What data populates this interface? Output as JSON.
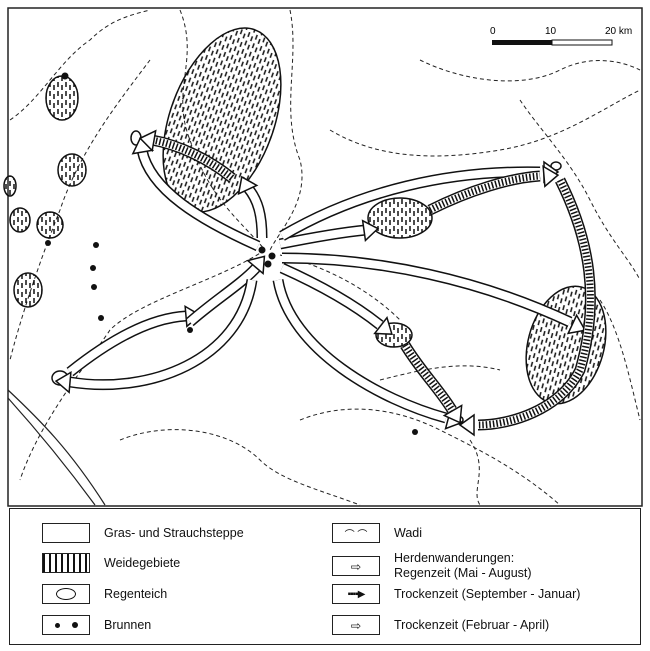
{
  "scale": {
    "ticks": [
      "0",
      "10",
      "20 km"
    ]
  },
  "legend": {
    "steppe": "Gras- und Strauchsteppe",
    "pasture": "Weidegebiete",
    "pond": "Regenteich",
    "wells": "Brunnen",
    "wadi": "Wadi",
    "migration_heading": "Herdenwanderungen:",
    "rainy": "Regenzeit (Mai - August)",
    "dry1": "Trockenzeit (September - Januar)",
    "dry2": "Trockenzeit (Februar - April)"
  }
}
